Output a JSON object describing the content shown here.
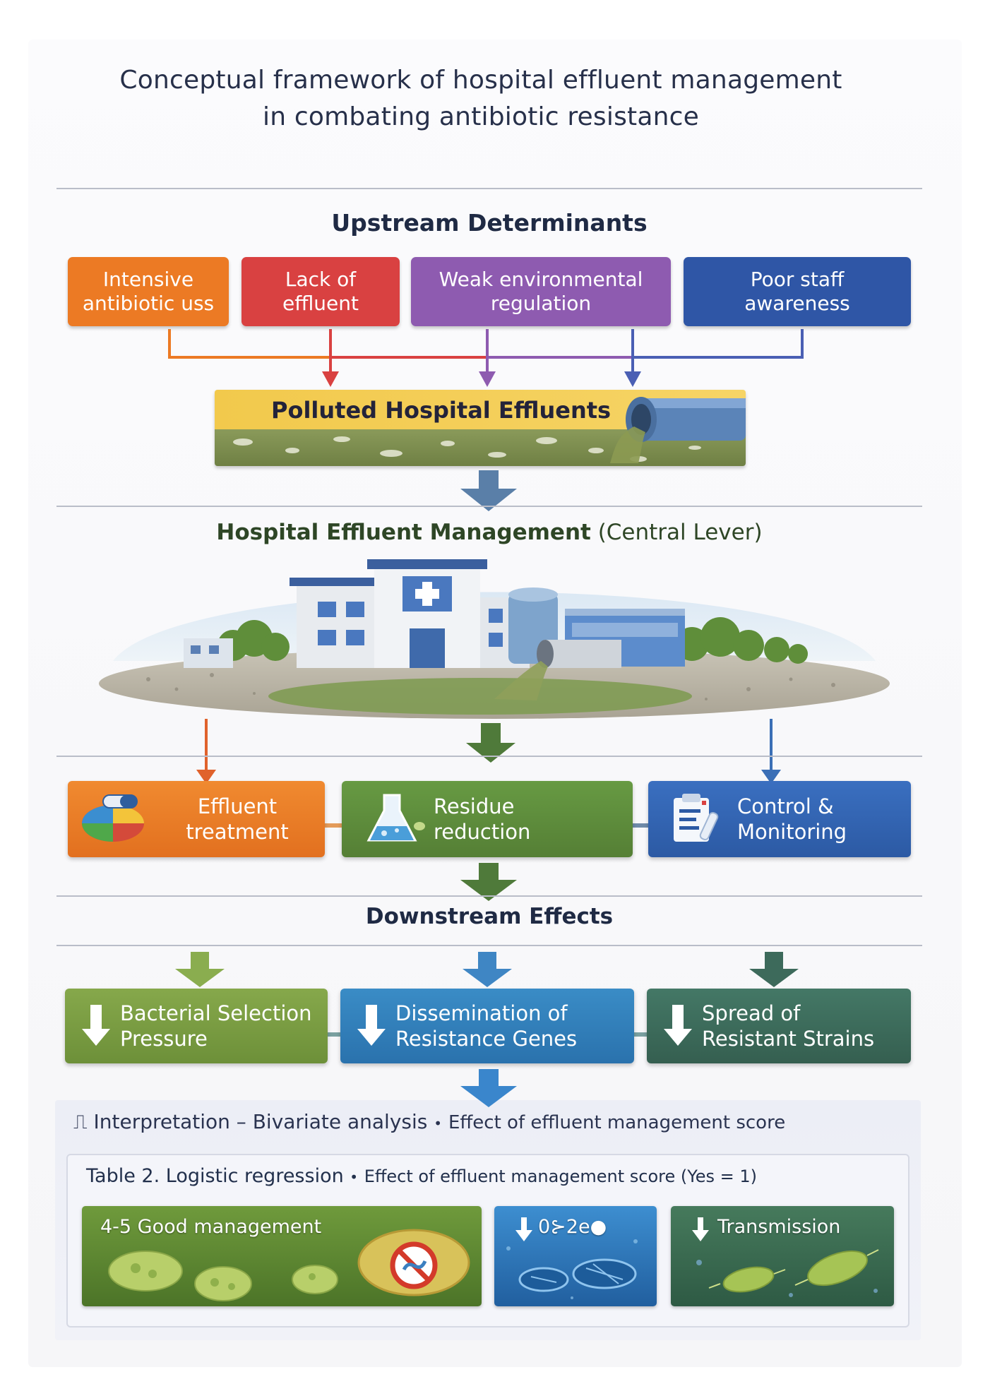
{
  "title_line1": "Conceptual framework of hospital effluent management",
  "title_line2": "in combating antibiotic resistance",
  "upstream": {
    "heading": "Upstream Determinants",
    "boxes": [
      {
        "line1": "Intensive",
        "line2": "antibiotic uss",
        "color": "#ec7a24"
      },
      {
        "line1": "Lack of",
        "line2": "effluent",
        "color": "#d94141"
      },
      {
        "line1": "Weak environmental",
        "line2": "regulation",
        "color": "#8e5bb0"
      },
      {
        "line1": "Poor staff",
        "line2": "awareness",
        "color": "#2f56a6"
      }
    ],
    "arrow_colors": [
      "#ec7a24",
      "#d94141",
      "#8e5bb0",
      "#4a5fb4"
    ]
  },
  "polluted": {
    "label": "Polluted Hospital Effluents"
  },
  "central": {
    "heading": "Hospital Effluent Management",
    "heading_suffix": "(Central Lever)",
    "boxes": [
      {
        "line1": "Effluent",
        "line2": "treatment",
        "icon": "pills-icon",
        "color": "#ec7a24"
      },
      {
        "line1": "Residue",
        "line2": "reduction",
        "icon": "flask-icon",
        "color": "#5b8b3a"
      },
      {
        "line1": "Control &",
        "line2": "Monitoring",
        "icon": "clipboard-icon",
        "color": "#2f62b1"
      }
    ]
  },
  "downstream": {
    "heading": "Downstream Effects",
    "boxes": [
      {
        "line1": "Bacterial Selection",
        "line2": "Pressure",
        "color": "#7ea044"
      },
      {
        "line1": "Dissemination of",
        "line2": "Resistance Genes",
        "color": "#2f7fb8"
      },
      {
        "line1": "Spread of",
        "line2": "Resistant Strains",
        "color": "#3d7062"
      }
    ]
  },
  "interpretation": {
    "glyph": "⎍",
    "text": "Interpretation – Bivariate analysis",
    "bullet": "•",
    "text2": "Effect of effluent management score"
  },
  "table": {
    "title": "Table 2. Logistic regression",
    "bullet": "•",
    "subtitle": "Effect of effluent management score (Yes = 1)",
    "tiles": [
      {
        "label": "4-5 Good management"
      },
      {
        "label": "0⊱2e●"
      },
      {
        "label": "Transmission"
      }
    ]
  },
  "colors": {
    "polluted_banner": "#f2c94c",
    "pipe": "#5b84b8",
    "flow_arrow": "#5a7fa8",
    "green_arrow": "#4f7a3a"
  }
}
